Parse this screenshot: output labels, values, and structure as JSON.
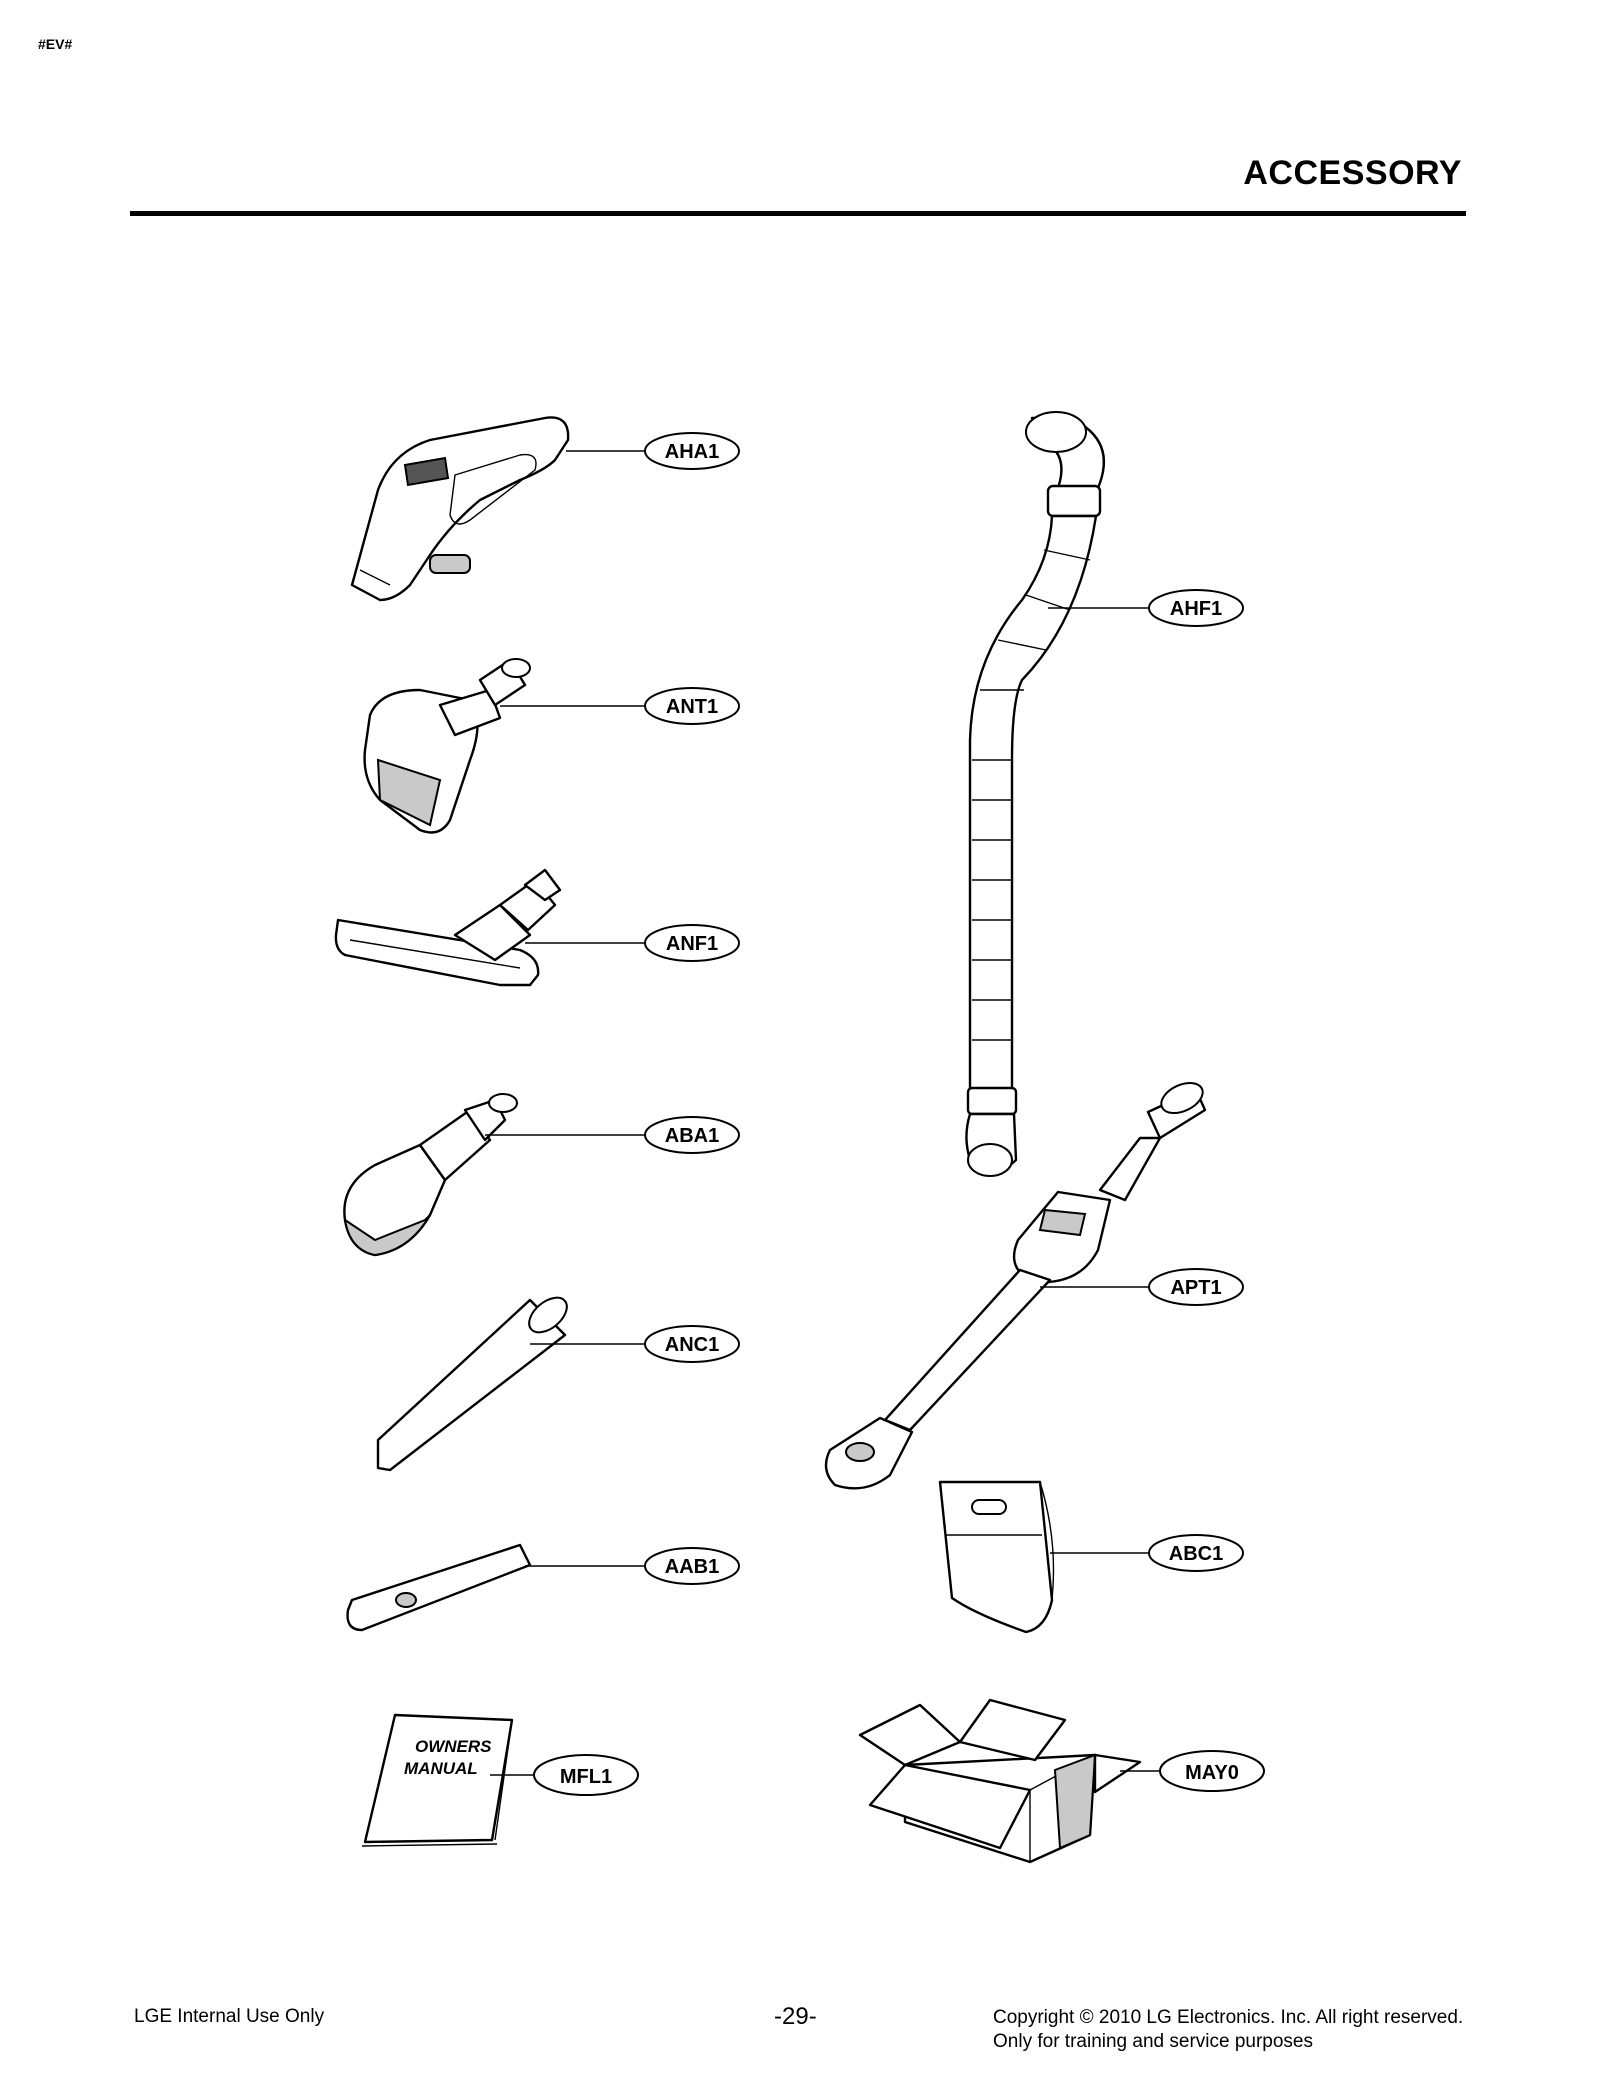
{
  "header": {
    "corner_tag": "#EV#",
    "title": "ACCESSORY"
  },
  "callouts": {
    "aha1": "AHA1",
    "ant1": "ANT1",
    "anf1": "ANF1",
    "aba1": "ABA1",
    "anc1": "ANC1",
    "aab1": "AAB1",
    "mfl1": "MFL1",
    "ahf1": "AHF1",
    "apt1": "APT1",
    "abc1": "ABC1",
    "may0": "MAY0"
  },
  "manual": {
    "line1": "OWNERS",
    "line2": "MANUAL"
  },
  "footer": {
    "left": "LGE Internal Use Only",
    "page": "-29-",
    "copyright": "Copyright © 2010 LG Electronics. Inc. All right reserved.",
    "note": "Only for training and service purposes"
  }
}
